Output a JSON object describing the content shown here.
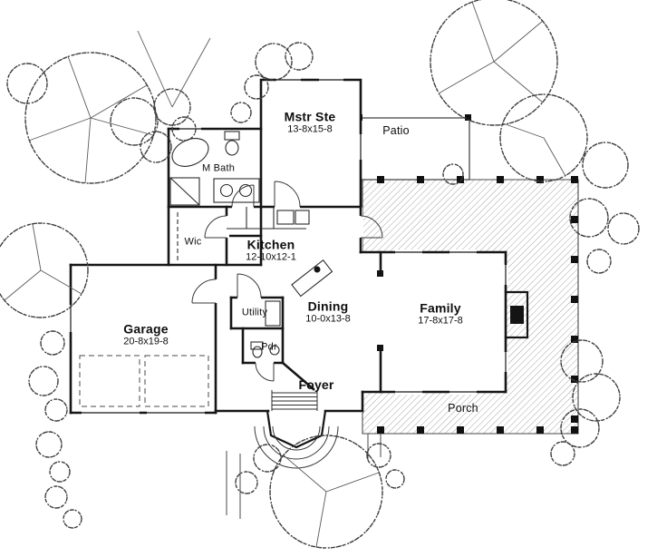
{
  "plan": {
    "rooms": {
      "mstr_ste": {
        "name": "Mstr Ste",
        "dims": "13-8x15-8"
      },
      "patio": {
        "name": "Patio"
      },
      "m_bath": {
        "name": "M Bath"
      },
      "wic": {
        "name": "Wic"
      },
      "kitchen": {
        "name": "Kitchen",
        "dims": "12-10x12-1"
      },
      "dining": {
        "name": "Dining",
        "dims": "10-0x13-8"
      },
      "family": {
        "name": "Family",
        "dims": "17-8x17-8"
      },
      "garage": {
        "name": "Garage",
        "dims": "20-8x19-8"
      },
      "utility": {
        "name": "Utility"
      },
      "pdr": {
        "name": "Pdr"
      },
      "foyer": {
        "name": "Foyer"
      },
      "porch": {
        "name": "Porch"
      }
    },
    "colors": {
      "ink": "#161616",
      "deck_line": "#9b9b9b",
      "tree": "#3d3d3d",
      "background": "#ffffff"
    }
  }
}
